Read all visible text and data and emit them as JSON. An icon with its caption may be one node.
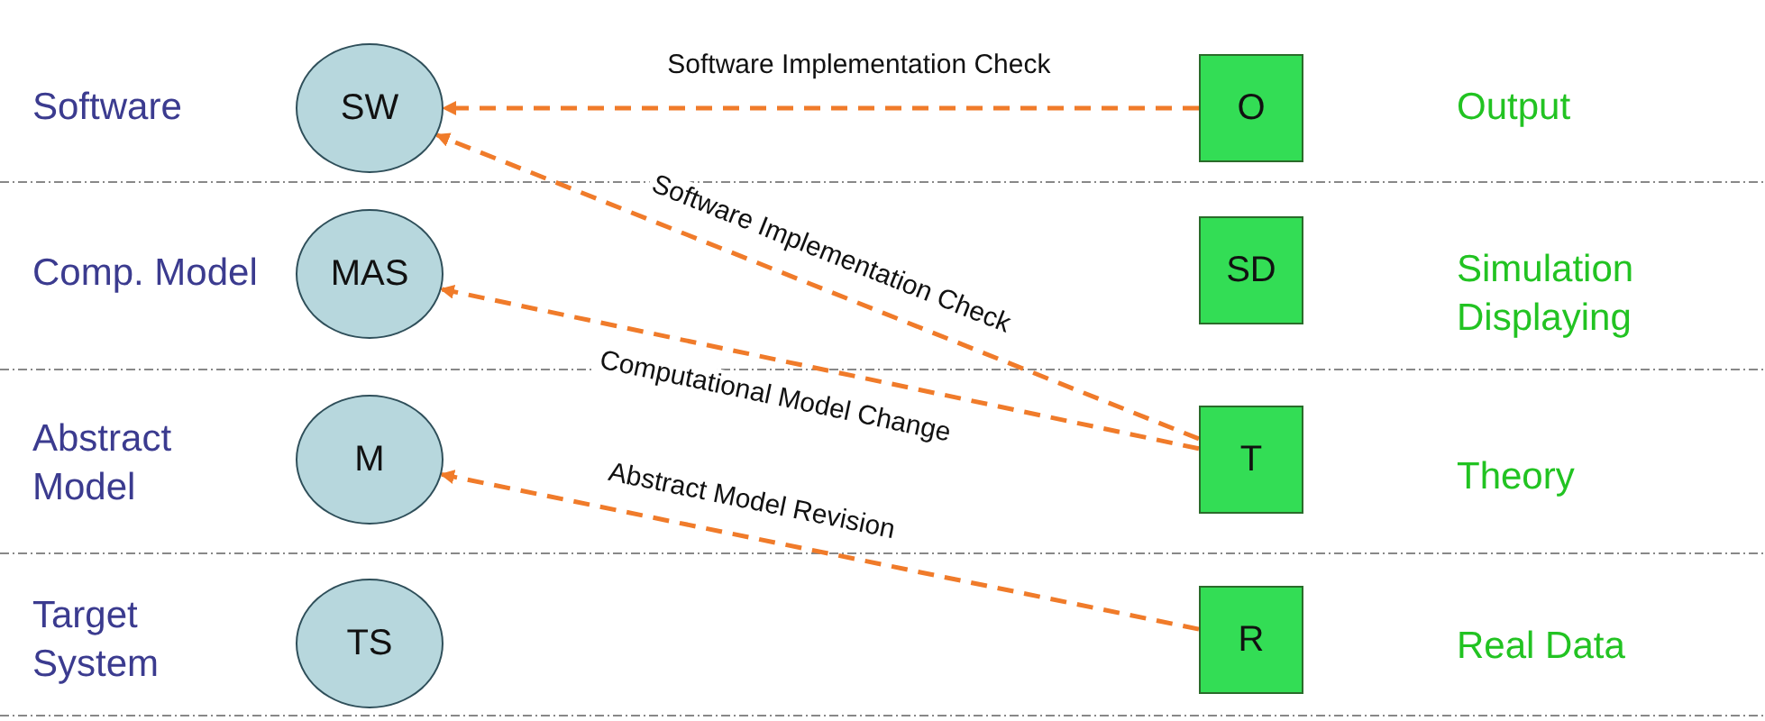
{
  "diagram": {
    "nodes": [
      {
        "text": [
          "SW"
        ],
        "beside": [
          "Software"
        ]
      },
      {
        "text": [
          "O"
        ]
      },
      {
        "text": [
          "MAS"
        ],
        "beside": [
          "Comp. Model"
        ]
      },
      {
        "text": [
          "SD"
        ]
      },
      {
        "text": [
          "M"
        ],
        "beside": [
          "Abstract Model"
        ]
      },
      {
        "text": [
          "T"
        ]
      },
      {
        "text": [
          "TS"
        ],
        "beside": [
          "Target System"
        ]
      },
      {
        "text": [
          "R"
        ]
      }
    ],
    "labels": [
      "Output",
      "Simulation Displaying",
      "Theory",
      "Real Data"
    ],
    "edges": [
      {
        "from": 1,
        "to": 0,
        "arrow": "to",
        "label": "Software Implementation Check",
        "style": "dashed"
      },
      {
        "from": 5,
        "to": 0,
        "arrow": "to",
        "label": "Software Implementation Check",
        "style": "dashed"
      },
      {
        "from": 5,
        "to": 2,
        "arrow": "to",
        "label": "Computational Model Change",
        "style": "dashed"
      },
      {
        "from": 7,
        "to": 4,
        "arrow": "to",
        "label": "Abstract Model Revision",
        "style": "dashed"
      }
    ]
  }
}
